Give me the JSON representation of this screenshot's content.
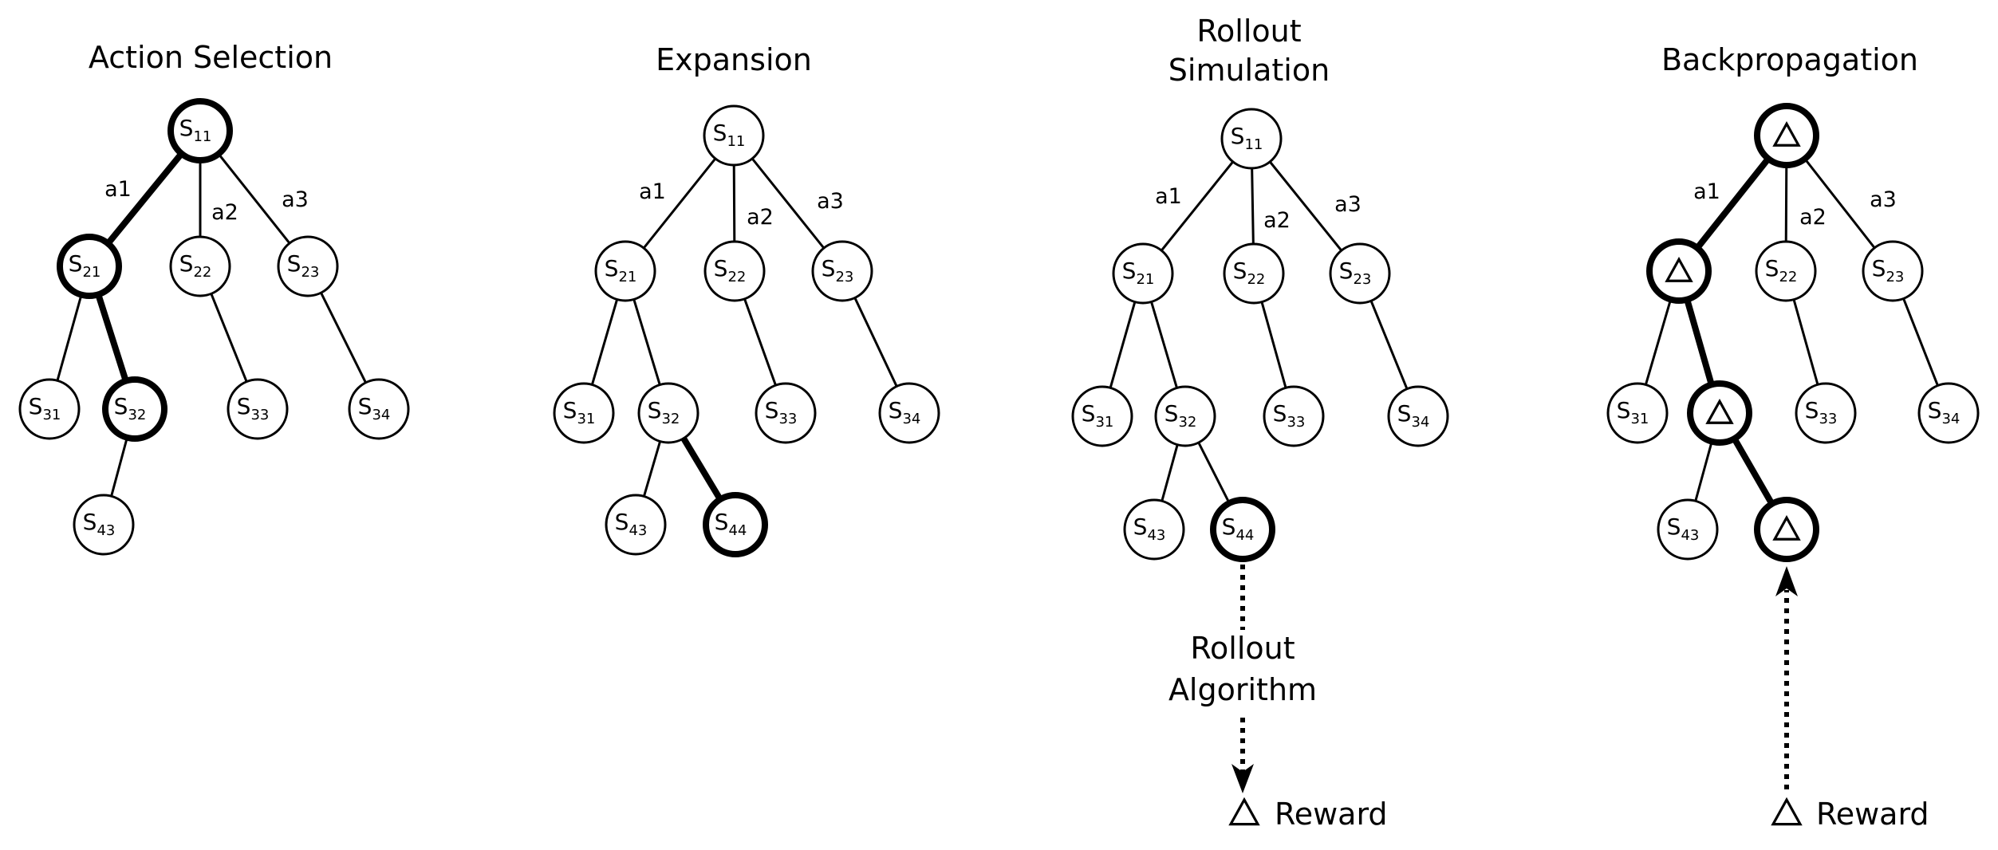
{
  "panels": [
    {
      "id": "action-selection",
      "title_lines": [
        "Action Selection"
      ],
      "nodes": [
        {
          "id": "s11",
          "label": "S",
          "sub": "11",
          "highlight": true
        },
        {
          "id": "s21",
          "label": "S",
          "sub": "21",
          "highlight": true
        },
        {
          "id": "s22",
          "label": "S",
          "sub": "22"
        },
        {
          "id": "s23",
          "label": "S",
          "sub": "23"
        },
        {
          "id": "s31",
          "label": "S",
          "sub": "31"
        },
        {
          "id": "s32",
          "label": "S",
          "sub": "32",
          "highlight": true
        },
        {
          "id": "s33",
          "label": "S",
          "sub": "33"
        },
        {
          "id": "s34",
          "label": "S",
          "sub": "34"
        },
        {
          "id": "s43",
          "label": "S",
          "sub": "43"
        }
      ],
      "edges": [
        {
          "from": "s11",
          "to": "s21",
          "label": "a1",
          "bold": true
        },
        {
          "from": "s11",
          "to": "s22",
          "label": "a2"
        },
        {
          "from": "s11",
          "to": "s23",
          "label": "a3"
        },
        {
          "from": "s21",
          "to": "s31"
        },
        {
          "from": "s21",
          "to": "s32",
          "bold": true
        },
        {
          "from": "s22",
          "to": "s33"
        },
        {
          "from": "s23",
          "to": "s34"
        },
        {
          "from": "s32",
          "to": "s43"
        }
      ]
    },
    {
      "id": "expansion",
      "title_lines": [
        "Expansion"
      ],
      "nodes": [
        {
          "id": "s11",
          "label": "S",
          "sub": "11"
        },
        {
          "id": "s21",
          "label": "S",
          "sub": "21"
        },
        {
          "id": "s22",
          "label": "S",
          "sub": "22"
        },
        {
          "id": "s23",
          "label": "S",
          "sub": "23"
        },
        {
          "id": "s31",
          "label": "S",
          "sub": "31"
        },
        {
          "id": "s32",
          "label": "S",
          "sub": "32"
        },
        {
          "id": "s33",
          "label": "S",
          "sub": "33"
        },
        {
          "id": "s34",
          "label": "S",
          "sub": "34"
        },
        {
          "id": "s43",
          "label": "S",
          "sub": "43"
        },
        {
          "id": "s44",
          "label": "S",
          "sub": "44",
          "highlight": true
        }
      ],
      "edges": [
        {
          "from": "s11",
          "to": "s21",
          "label": "a1"
        },
        {
          "from": "s11",
          "to": "s22",
          "label": "a2"
        },
        {
          "from": "s11",
          "to": "s23",
          "label": "a3"
        },
        {
          "from": "s21",
          "to": "s31"
        },
        {
          "from": "s21",
          "to": "s32"
        },
        {
          "from": "s22",
          "to": "s33"
        },
        {
          "from": "s23",
          "to": "s34"
        },
        {
          "from": "s32",
          "to": "s43"
        },
        {
          "from": "s32",
          "to": "s44",
          "bold": true
        }
      ]
    },
    {
      "id": "rollout-simulation",
      "title_lines": [
        "Rollout",
        "Simulation"
      ],
      "nodes": [
        {
          "id": "s11",
          "label": "S",
          "sub": "11"
        },
        {
          "id": "s21",
          "label": "S",
          "sub": "21"
        },
        {
          "id": "s22",
          "label": "S",
          "sub": "22"
        },
        {
          "id": "s23",
          "label": "S",
          "sub": "23"
        },
        {
          "id": "s31",
          "label": "S",
          "sub": "31"
        },
        {
          "id": "s32",
          "label": "S",
          "sub": "32"
        },
        {
          "id": "s33",
          "label": "S",
          "sub": "33"
        },
        {
          "id": "s34",
          "label": "S",
          "sub": "34"
        },
        {
          "id": "s43",
          "label": "S",
          "sub": "43"
        },
        {
          "id": "s44",
          "label": "S",
          "sub": "44",
          "highlight": true
        }
      ],
      "edges": [
        {
          "from": "s11",
          "to": "s21",
          "label": "a1"
        },
        {
          "from": "s11",
          "to": "s22",
          "label": "a2"
        },
        {
          "from": "s11",
          "to": "s23",
          "label": "a3"
        },
        {
          "from": "s21",
          "to": "s31"
        },
        {
          "from": "s21",
          "to": "s32"
        },
        {
          "from": "s22",
          "to": "s33"
        },
        {
          "from": "s23",
          "to": "s34"
        },
        {
          "from": "s32",
          "to": "s43"
        },
        {
          "from": "s32",
          "to": "s44"
        }
      ],
      "rollout_lines": [
        "Rollout",
        "Algorithm"
      ],
      "reward_label": "Reward"
    },
    {
      "id": "backpropagation",
      "title_lines": [
        "Backpropagation"
      ],
      "nodes": [
        {
          "id": "s11",
          "label": "△",
          "highlight": true
        },
        {
          "id": "s21",
          "label": "△",
          "highlight": true
        },
        {
          "id": "s22",
          "label": "S",
          "sub": "22"
        },
        {
          "id": "s23",
          "label": "S",
          "sub": "23"
        },
        {
          "id": "s31",
          "label": "S",
          "sub": "31"
        },
        {
          "id": "s32",
          "label": "△",
          "highlight": true
        },
        {
          "id": "s33",
          "label": "S",
          "sub": "33"
        },
        {
          "id": "s34",
          "label": "S",
          "sub": "34"
        },
        {
          "id": "s43",
          "label": "S",
          "sub": "43"
        },
        {
          "id": "s44",
          "label": "△",
          "highlight": true
        }
      ],
      "edges": [
        {
          "from": "s11",
          "to": "s21",
          "label": "a1",
          "bold": true
        },
        {
          "from": "s11",
          "to": "s22",
          "label": "a2"
        },
        {
          "from": "s11",
          "to": "s23",
          "label": "a3"
        },
        {
          "from": "s21",
          "to": "s31"
        },
        {
          "from": "s21",
          "to": "s32",
          "bold": true
        },
        {
          "from": "s22",
          "to": "s33"
        },
        {
          "from": "s23",
          "to": "s34"
        },
        {
          "from": "s32",
          "to": "s43"
        },
        {
          "from": "s32",
          "to": "s44",
          "bold": true
        }
      ],
      "reward_label": "Reward"
    }
  ]
}
